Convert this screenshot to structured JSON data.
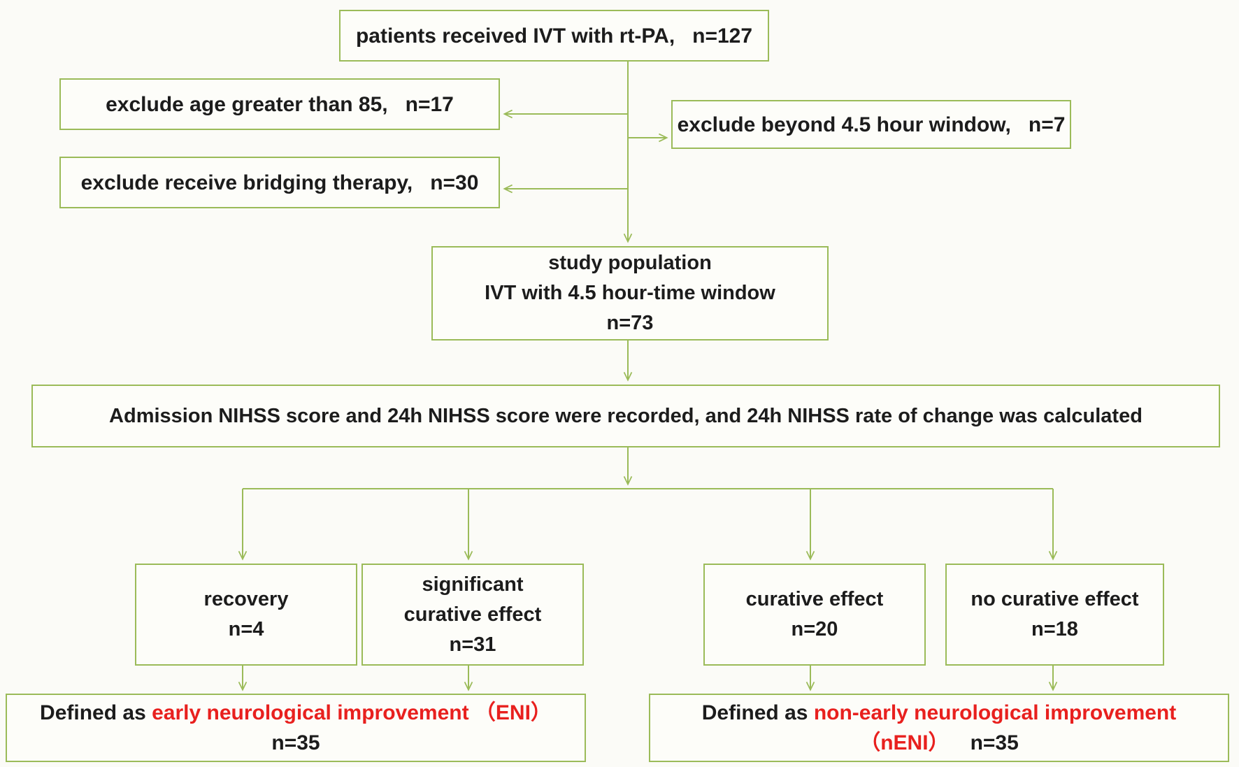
{
  "title": "Patient flow diagram: IVT with rt-PA study population",
  "colors": {
    "box_border_green": "#9bbb59",
    "arrow_green": "#9bbb59",
    "highlight_red": "#e8201e",
    "text_black": "#1c1c1c",
    "background": "#fbfbf7"
  },
  "boxes": {
    "top": {
      "text": "patients received IVT with rt-PA,   n=127"
    },
    "exclude_age": {
      "text": "exclude age greater than 85,   n=17"
    },
    "exclude_window": {
      "text": "exclude beyond 4.5 hour window,   n=7"
    },
    "exclude_bridging": {
      "text": "exclude receive bridging therapy,   n=30"
    },
    "study_population": {
      "lines": [
        "study population",
        "IVT with 4.5 hour-time window",
        "n=73"
      ]
    },
    "nihss": {
      "text": "Admission NIHSS score and 24h NIHSS score were recorded, and 24h NIHSS rate of change was calculated"
    },
    "recovery": {
      "lines": [
        "recovery",
        "n=4"
      ]
    },
    "significant": {
      "lines": [
        "significant",
        "curative effect",
        "n=31"
      ]
    },
    "curative": {
      "lines": [
        "curative effect",
        "n=20"
      ]
    },
    "no_curative": {
      "lines": [
        "no curative effect",
        "n=18"
      ]
    },
    "eni": {
      "prefix": "Defined as ",
      "highlight": "early neurological improvement （ENI）",
      "count": "n=35"
    },
    "neni": {
      "prefix": "Defined as ",
      "highlight": "non-early neurological improvement",
      "count_red": "（nENI）",
      "count_black": "n=35"
    }
  }
}
